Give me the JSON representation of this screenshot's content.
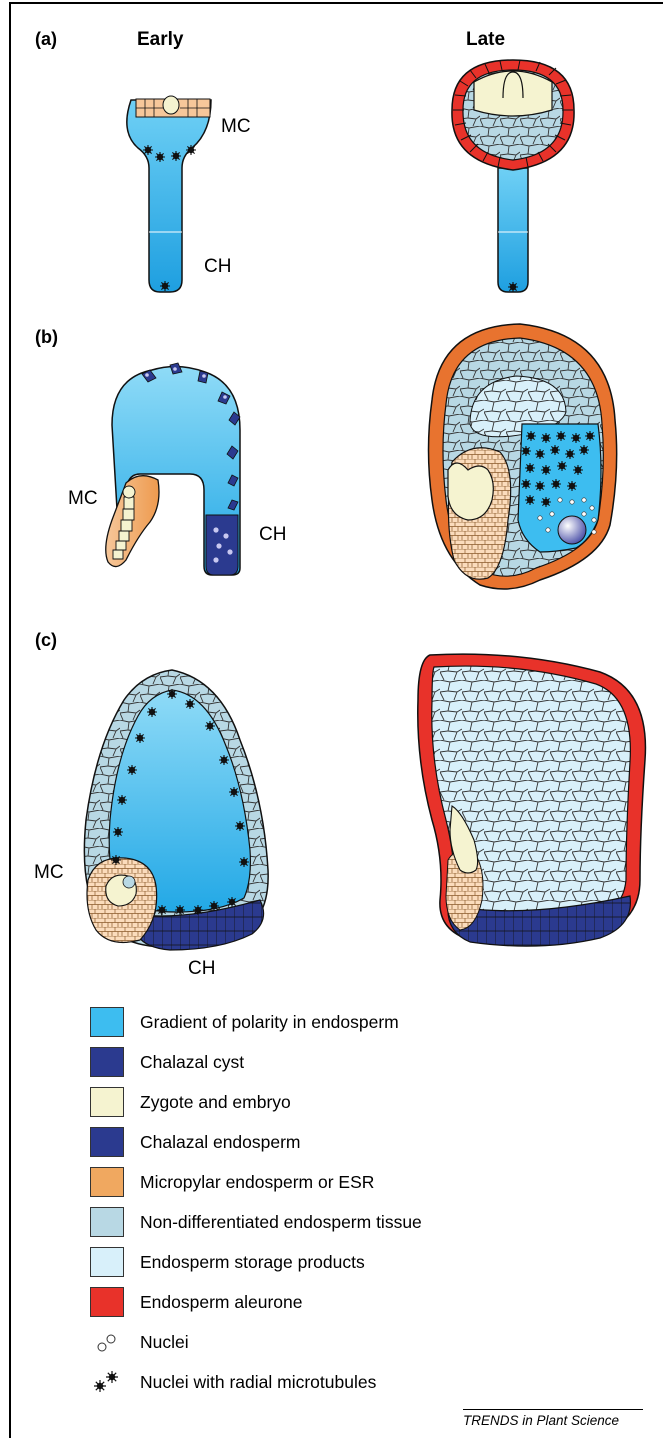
{
  "panels": {
    "a": "(a)",
    "b": "(b)",
    "c": "(c)"
  },
  "columns": {
    "early": "Early",
    "late": "Late"
  },
  "tags": {
    "mc": "MC",
    "ch": "CH"
  },
  "legend": [
    {
      "label": "Gradient of polarity in endosperm",
      "color": "#3DBDF0"
    },
    {
      "label": "Chalazal cyst",
      "color": "#2B3A8F"
    },
    {
      "label": "Zygote and embryo",
      "color": "#F5F3D0"
    },
    {
      "label": "Chalazal endosperm",
      "color": "#2B3A8F"
    },
    {
      "label": "Micropylar endosperm or ESR",
      "color": "#F0A860"
    },
    {
      "label": "Non-differentiated endosperm tissue",
      "color": "#B8D8E4"
    },
    {
      "label": "Endosperm storage products",
      "color": "#D8F0FA"
    },
    {
      "label": "Endosperm aleurone",
      "color": "#E8322A"
    }
  ],
  "legend_icons": [
    {
      "label": "Nuclei",
      "icon": "nuclei-icon"
    },
    {
      "label": "Nuclei with radial microtubules",
      "icon": "radial-nuclei-icon"
    }
  ],
  "credit": "TRENDS in Plant Science"
}
